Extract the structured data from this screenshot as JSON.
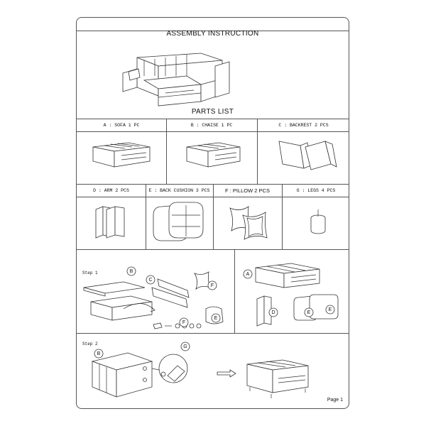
{
  "document": {
    "title": "ASSEMBLY INSTRUCTION",
    "parts_heading": "PARTS LIST",
    "page_label": "Page 1"
  },
  "parts": [
    {
      "label": "A : SOFA 1 PC"
    },
    {
      "label": "B : CHAISE 1 PC"
    },
    {
      "label": "C : BACKREST 2 PCS"
    },
    {
      "label": "D : ARM 2 PCS"
    },
    {
      "label": "E : BACK CUSHION 3 PCS"
    },
    {
      "label": "F : PILLOW 2 PCS"
    },
    {
      "label": "G : LEGS 4 PCS"
    }
  ],
  "steps": [
    {
      "label": "Step 1"
    },
    {
      "label": "Step 2"
    }
  ],
  "callouts": {
    "a": "A",
    "b": "B",
    "c": "C",
    "d": "D",
    "e": "E",
    "f": "F",
    "g": "G"
  },
  "colors": {
    "line": "#333333",
    "background": "#ffffff"
  }
}
